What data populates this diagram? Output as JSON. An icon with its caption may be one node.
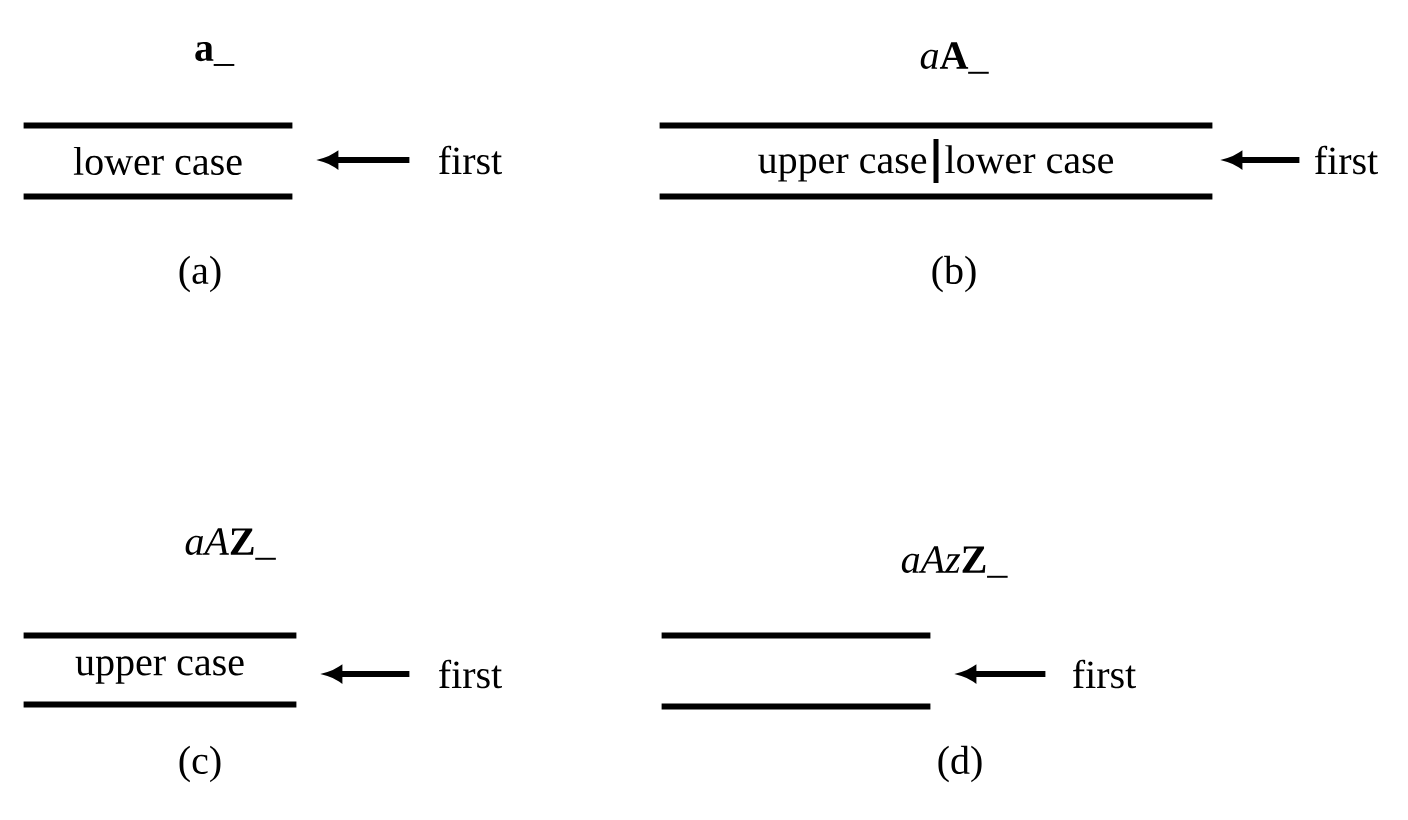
{
  "diagram": {
    "nodes": [
      {
        "text": [
          "lower case"
        ],
        "beside": [
          "**a**_",
          "(a)"
        ]
      },
      {
        "text": [
          "first"
        ]
      },
      {
        "text": [
          "upper case",
          "lower case"
        ],
        "beside": [
          "a**A**_",
          "(b)"
        ]
      },
      {
        "text": [
          "first"
        ]
      },
      {
        "text": [
          "upper case"
        ],
        "beside": [
          "aA**Z**_",
          "(c)"
        ]
      },
      {
        "text": [
          "first"
        ]
      },
      {
        "text": [],
        "shape": "box",
        "beside": [
          "aAz**Z**_",
          "(d)"
        ]
      },
      {
        "text": [
          "first"
        ]
      }
    ],
    "edges": [
      {
        "from": 1,
        "to": 0,
        "arrow": "to"
      },
      {
        "from": 3,
        "to": 2,
        "arrow": "to"
      },
      {
        "from": 5,
        "to": 4,
        "arrow": "to"
      },
      {
        "from": 7,
        "to": 6,
        "arrow": "to"
      }
    ]
  }
}
